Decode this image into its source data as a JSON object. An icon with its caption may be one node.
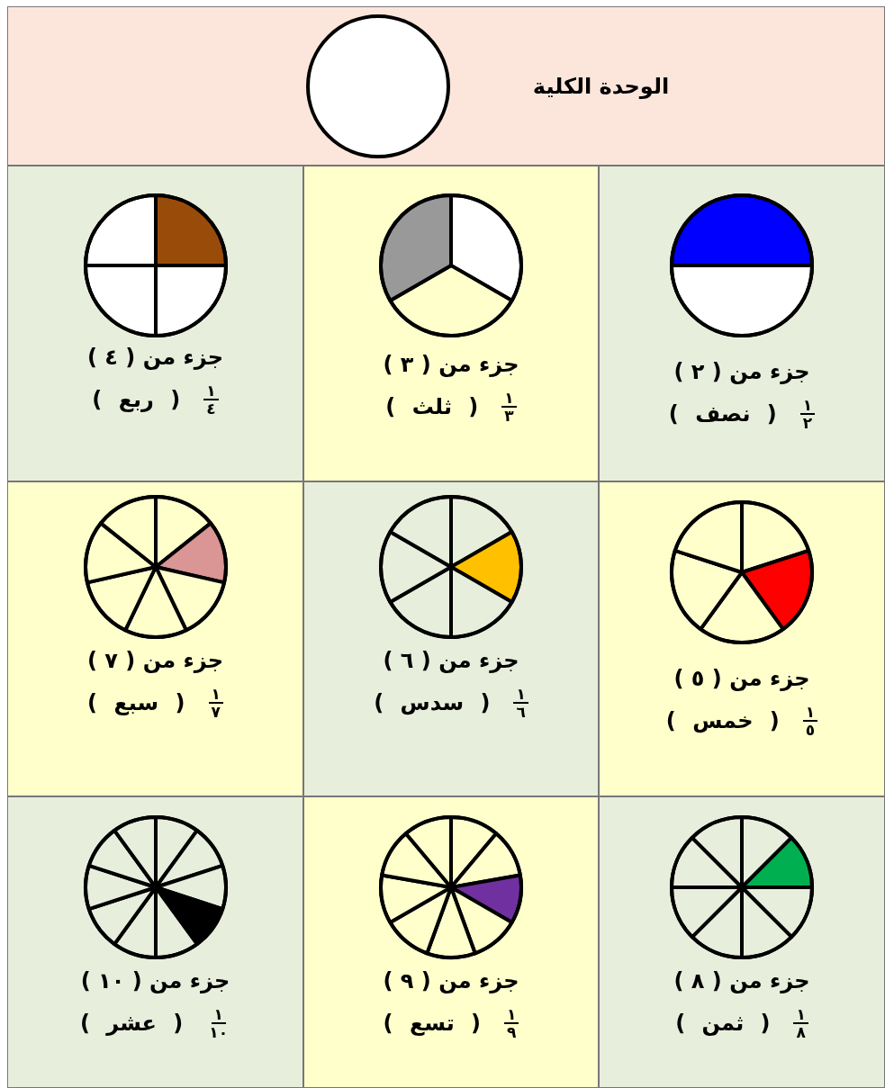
{
  "diagram": {
    "nodes": [
      {
        "text": [
          "الوحدة الكلية"
        ]
      },
      {
        "text": [
          "جزء من ( ٢ )",
          "١",
          "٢",
          "( نصف )"
        ]
      },
      {
        "text": [
          "جزء من ( ٣ )",
          "١",
          "٣",
          "( ثلث )"
        ]
      },
      {
        "text": [
          "جزء من ( ٤ )",
          "١",
          "٤",
          "( ربع )"
        ]
      },
      {
        "text": [
          "جزء من ( ٥ )",
          "١",
          "٥",
          "( خمس )"
        ]
      },
      {
        "text": [
          "جزء من ( ٦ )",
          "١",
          "٦",
          "( سدس )"
        ]
      },
      {
        "text": [
          "جزء من ( ٧ )",
          "١",
          "٧",
          "( سبع )"
        ]
      },
      {
        "text": [
          "جزء من ( ٨ )",
          "١",
          "٨",
          "( ثمن )"
        ]
      },
      {
        "text": [
          "جزء من ( ٩ )",
          "١",
          "٩",
          "( تسع )"
        ]
      },
      {
        "text": [
          "جزء من ( ١٠ )",
          "١",
          "١٠",
          "( عشر )"
        ]
      }
    ]
  }
}
